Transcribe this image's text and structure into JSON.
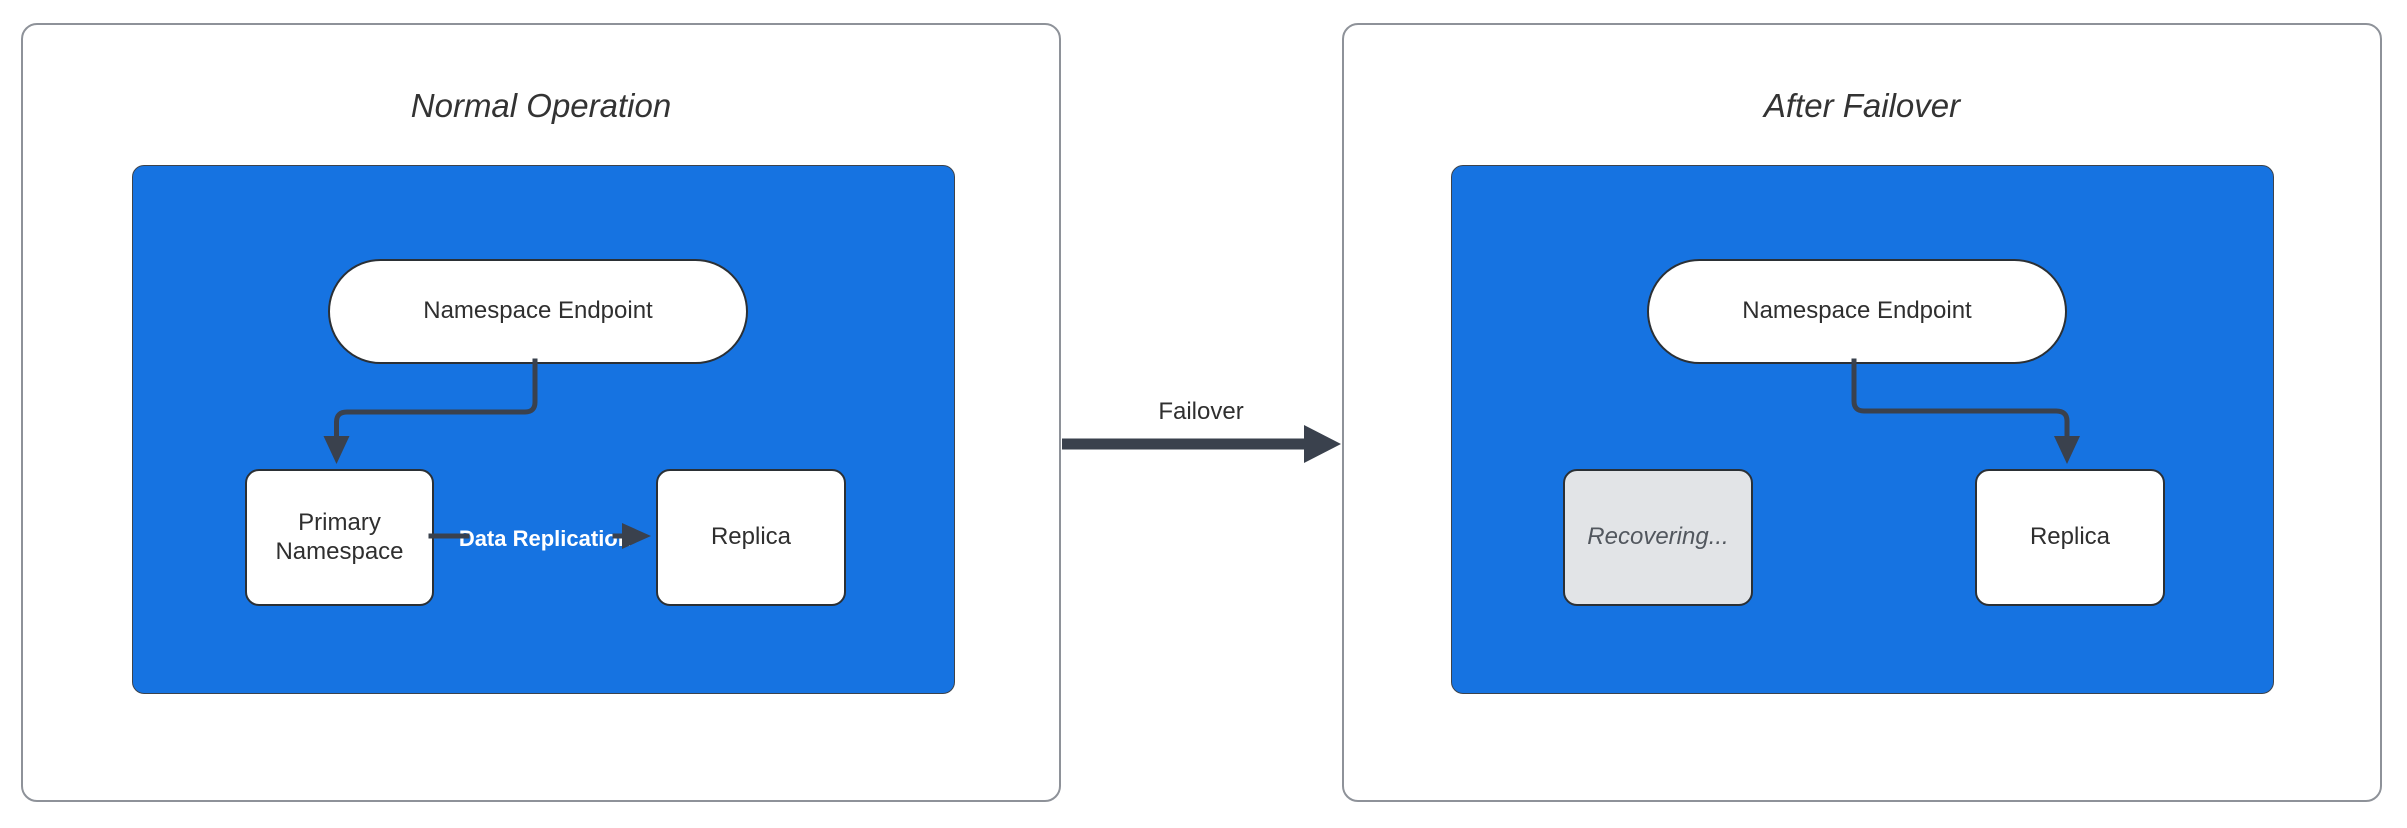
{
  "colors": {
    "blue": "#1673E1",
    "connector": "#3A414D",
    "panel_border": "#8E9299",
    "node_border": "#2B3035",
    "recovering_fill": "#E2E4E7",
    "recovering_text": "#52575E",
    "label_text": "#2F2F2F",
    "title_text": "#333333",
    "edge_label_text": "#FFFFFF"
  },
  "panels": {
    "normal": {
      "title": "Normal Operation",
      "endpoint_label": "Namespace Endpoint",
      "primary_label": "Primary Namespace",
      "replica_label": "Replica",
      "replication_edge_label": "Data Replication"
    },
    "failover": {
      "title": "After Failover",
      "endpoint_label": "Namespace Endpoint",
      "recovering_label": "Recovering...",
      "replica_label": "Replica"
    }
  },
  "transition": {
    "label": "Failover"
  }
}
